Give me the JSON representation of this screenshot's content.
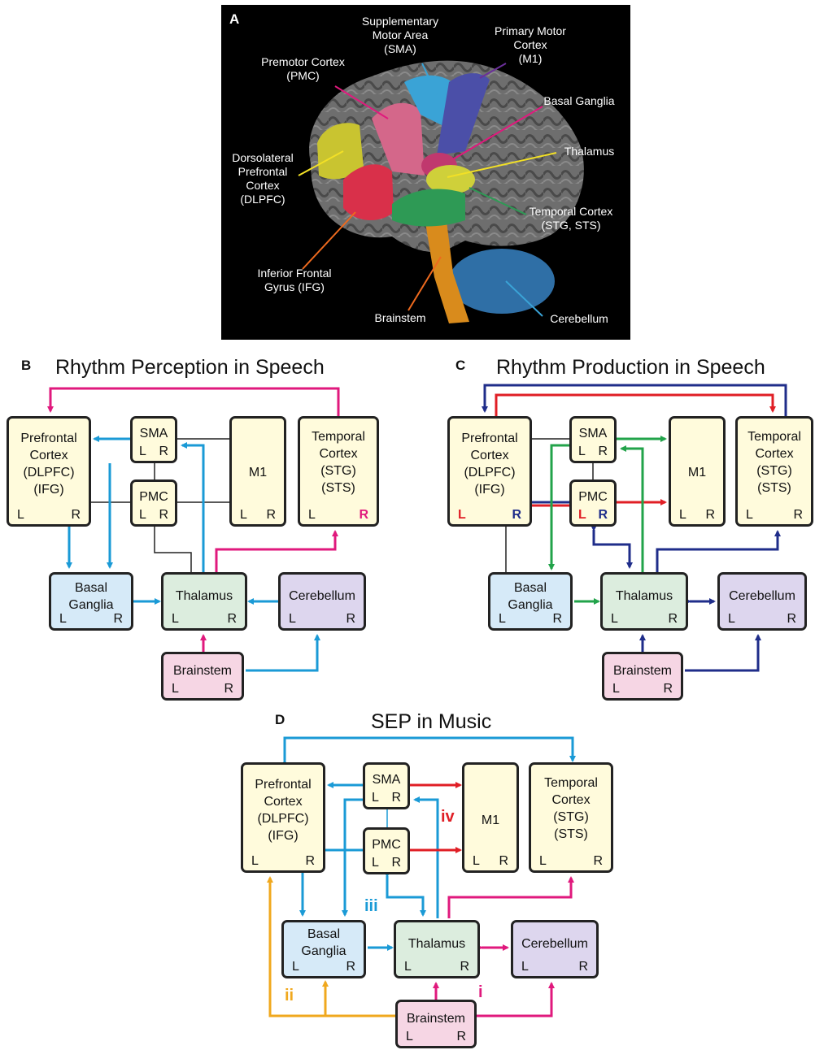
{
  "panels": {
    "A": {
      "letter": "A"
    },
    "B": {
      "letter": "B",
      "title": "Rhythm Perception in Speech"
    },
    "C": {
      "letter": "C",
      "title": "Rhythm Production in Speech"
    },
    "D": {
      "letter": "D",
      "title": "SEP in Music"
    }
  },
  "brain_labels": {
    "sma": "Supplementary\nMotor Area\n(SMA)",
    "m1": "Primary Motor\nCortex\n(M1)",
    "pmc": "Premotor Cortex\n(PMC)",
    "bg": "Basal Ganglia",
    "dlpfc": "Dorsolateral\nPrefrontal\nCortex\n(DLPFC)",
    "thalamus": "Thalamus",
    "temporal": "Temporal Cortex\n(STG, STS)",
    "ifg": "Inferior Frontal\nGyrus (IFG)",
    "brainstem": "Brainstem",
    "cerebellum": "Cerebellum"
  },
  "nodes": {
    "prefrontal": "Prefrontal\nCortex\n(DLPFC)\n(IFG)",
    "sma": "SMA",
    "pmc": "PMC",
    "m1": "M1",
    "temporal": "Temporal\nCortex\n(STG)\n(STS)",
    "bg": "Basal\nGanglia",
    "thalamus": "Thalamus",
    "cerebellum": "Cerebellum",
    "brainstem": "Brainstem",
    "L": "L",
    "R": "R"
  },
  "pathway_labels": {
    "i": "i",
    "ii": "ii",
    "iii": "iii",
    "iv": "iv"
  },
  "colors": {
    "magenta": "#e0197d",
    "cyan": "#1a9ad6",
    "red": "#e01e25",
    "navy": "#1f2d8a",
    "green": "#22a34a",
    "orange": "#f0a81e",
    "black": "#222222"
  }
}
